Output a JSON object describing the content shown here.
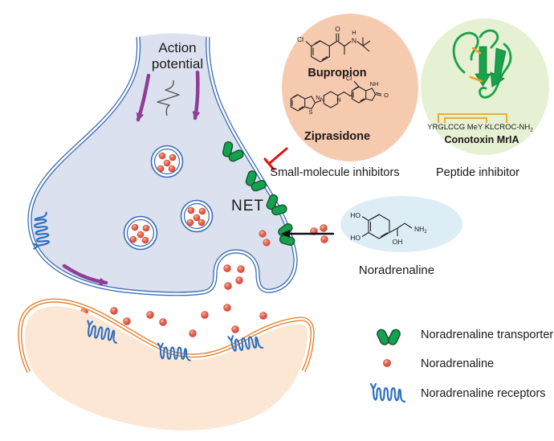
{
  "title": "Noradrenaline transporter (NET) synapse schematic with inhibitors",
  "labels": {
    "action_potential_line1": "Action",
    "action_potential_line2": "potential",
    "net": "NET",
    "small_molecule_inhibitors": "Small-molecule inhibitors",
    "peptide_inhibitor": "Peptide inhibitor",
    "noradrenaline_bubble": "Noradrenaline"
  },
  "molecules": {
    "bupropion": {
      "name": "Bupropion",
      "atoms": [
        "Cl",
        "O",
        "H",
        "N"
      ]
    },
    "ziprasidone": {
      "name": "Ziprasidone",
      "atoms": [
        "Cl",
        "N",
        "N",
        "S",
        "N",
        "NH",
        "O"
      ]
    },
    "noradrenaline": {
      "atoms": [
        "HO",
        "HO",
        "OH",
        "NH",
        "2"
      ]
    },
    "conotoxin": {
      "sequence": "YRGLCCG MeY KLCROC-NH",
      "sequence_sub": "2",
      "name": "Conotoxin MrIA"
    }
  },
  "legend": {
    "items": [
      {
        "icon": "noradrenaline-transporter-icon",
        "label": "Noradrenaline transporter"
      },
      {
        "icon": "noradrenaline-dot-icon",
        "label": "Noradrenaline"
      },
      {
        "icon": "noradrenaline-receptors-icon",
        "label": "Noradrenaline receptors"
      }
    ]
  },
  "colors": {
    "membrane_blue": "#3a6db5",
    "presynaptic_fill": "#dce1ef",
    "postsynaptic_fill": "#fbe7d3",
    "postsynaptic_membrane": "#e8771e",
    "transporter_green": "#13a24f",
    "receptor_blue": "#2e6fc0",
    "dot_red": "#e25b44",
    "purple": "#8f3e97",
    "inhibit_red": "#e01212",
    "bubble_orange": "#f6caaf",
    "bubble_green": "#e6f0d2",
    "bubble_blue": "#dcedf5",
    "ribbon_green": "#17a24b",
    "disulfide_yellow": "#f2a21e"
  }
}
